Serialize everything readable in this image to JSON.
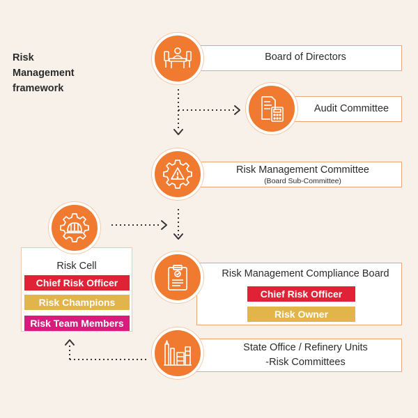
{
  "title": {
    "line1": "Risk",
    "line2": "Management",
    "line3": "framework"
  },
  "board": {
    "label": "Board of Directors",
    "icon": "boardroom-icon"
  },
  "audit": {
    "label": "Audit Committee",
    "icon": "calculator-document-icon"
  },
  "rmc": {
    "label": "Risk Management Committee",
    "sublabel": "(Board Sub-Committee)",
    "icon": "gear-warning-icon"
  },
  "risk_cell": {
    "label": "Risk Cell",
    "icon": "gear-hardhat-icon",
    "roles": [
      "Chief Risk Officer",
      "Risk Champions",
      "Risk Team Members"
    ]
  },
  "compliance": {
    "label": "Risk Management Compliance Board",
    "icon": "clipboard-check-icon",
    "roles": [
      "Chief Risk Officer",
      "Risk Owner"
    ]
  },
  "state": {
    "line1": "State Office / Refinery Units",
    "line2": "-Risk Committees",
    "icon": "refinery-icon"
  },
  "colors": {
    "accent": "#f07a2f",
    "red": "#e02236",
    "gold": "#e1b549",
    "magenta": "#d61d7e",
    "background": "#f8f1ea"
  }
}
